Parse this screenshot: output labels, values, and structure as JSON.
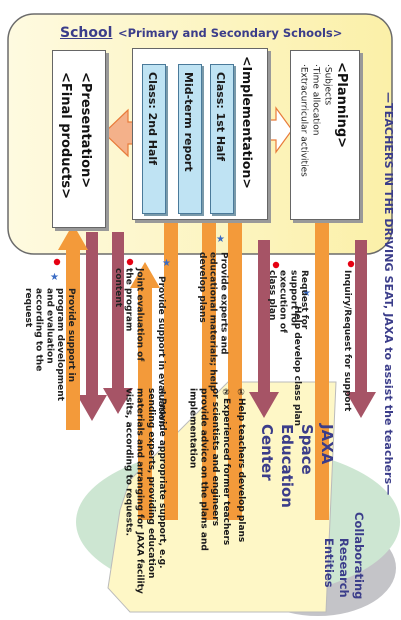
{
  "side_title": "—TEACHERS IN THE DRIVING SEAT, JAXA to assist the teachers—",
  "school": {
    "name": "School",
    "subtitle": "<Primary and Secondary Schools>"
  },
  "planning": {
    "title": "<Planning>",
    "items": [
      "·Subjects",
      "·Time allocation",
      "·Extracurricular activities"
    ]
  },
  "implementation": {
    "title": "<Implementation>",
    "class1": "Class: 1st Half",
    "midterm": "Mid-term report",
    "class2": "Class: 2nd Half"
  },
  "presentation": {
    "title": "<Presentation>",
    "subtitle": "<Final products>"
  },
  "arrows_text": {
    "inquiry": "Inquiry/Request for support",
    "help_plan": "Help develop class plan",
    "request_execution": "Request for support for execution of class plan",
    "provide_experts": "Provide experts and educational materials; help develop plans",
    "provide_support_eval": "Provide support in evaluation",
    "joint_eval": "Joint evaluation of the program content",
    "provide_support_program": "Provide support in program development and evaluation according to the request"
  },
  "jaxa": {
    "line1": "JAXA",
    "line2": "Space",
    "line3": "Education",
    "line4": "Center"
  },
  "collaborating": {
    "line1": "Collaborating",
    "line2": "Research",
    "line3": "Entities"
  },
  "notes": [
    "①Help teachers develop plans",
    "②Experienced former teachers or scientists and engineers provide advice on the plans and implementation",
    "③Provide appropriate support, e.g. sending experts, providing education materials and arranging for JAXA facility visits, according to requests."
  ],
  "colors": {
    "school_bg": "#fdf6c4",
    "orange": "#f39a3a",
    "maroon": "#a65466",
    "jaxa_green": "#cde6d2",
    "collab_gray": "#c4c4c8",
    "note_yellow": "#fef7c6",
    "text_blue": "#3b3d8a",
    "text_red": "#e60012"
  }
}
